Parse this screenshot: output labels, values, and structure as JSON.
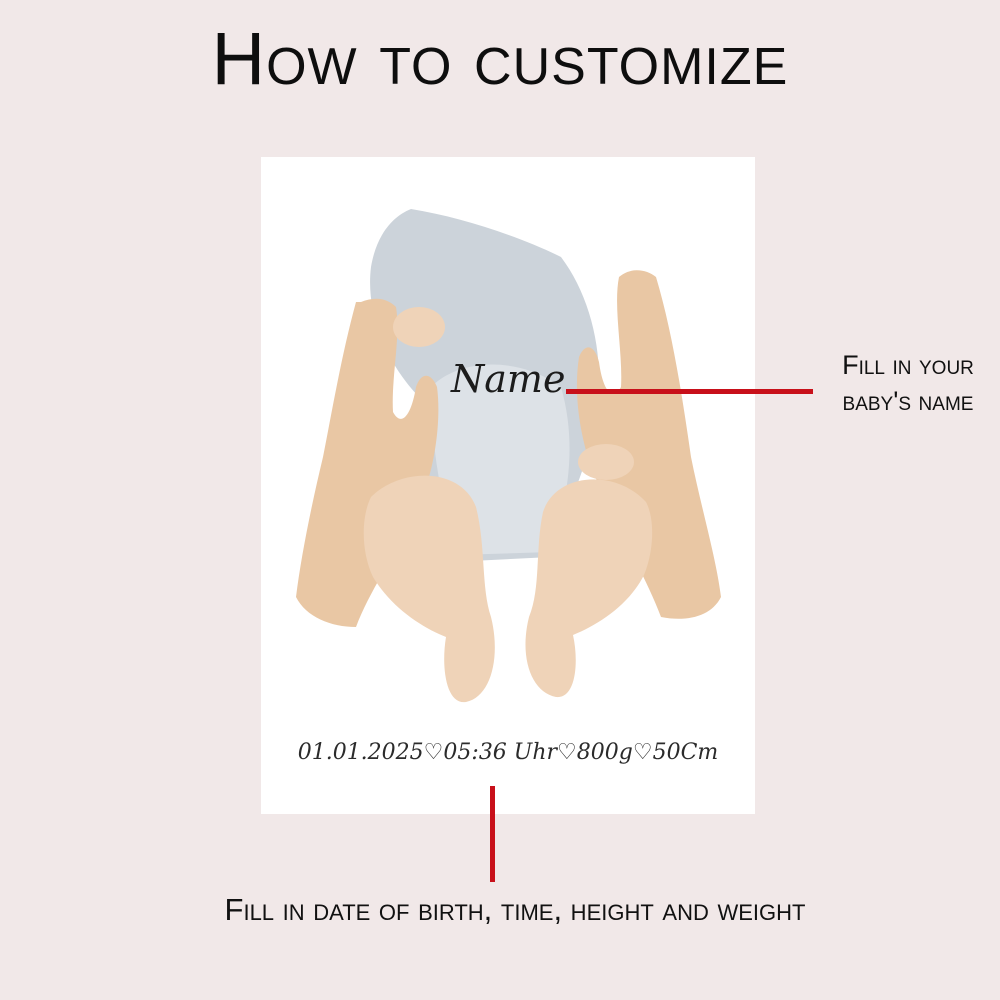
{
  "title": "How to customize",
  "poster": {
    "name": "Name",
    "date": "01.01.2025",
    "time": "05:36 Uhr",
    "weight": "800g",
    "height": "50Cm",
    "separator": "♡"
  },
  "annotations": {
    "name_note_line1": "Fill in your",
    "name_note_line2": "baby's name",
    "details_note": "Fill in date of birth, time, height and weight"
  },
  "colors": {
    "background": "#f1e8e8",
    "pointer_line": "#c8101a",
    "blanket": "#cfd6dc",
    "skin": "#efd3b8"
  }
}
